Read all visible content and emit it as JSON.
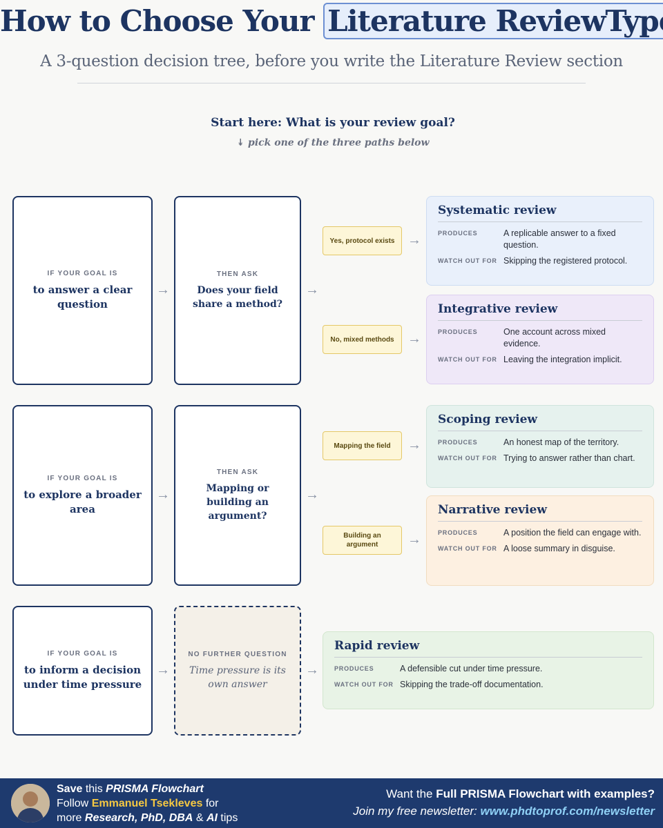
{
  "header": {
    "title_part1": "How to Choose Your ",
    "title_highlight": "Literature ReviewType",
    "subtitle": "A 3-question decision tree, before you write the Literature Review section"
  },
  "start": {
    "question": "Start here: What is your review goal?",
    "hint": "↡ pick one of the three paths below"
  },
  "labels": {
    "if_goal": "IF YOUR GOAL IS",
    "then_ask": "THEN ASK",
    "no_further": "NO FURTHER QUESTION",
    "produces": "PRODUCES",
    "watch_out": "WATCH OUT FOR"
  },
  "paths": [
    {
      "goal": "to answer a clear question",
      "ask": "Does your field share a method?",
      "branches": [
        {
          "chip": "Yes, protocol exists",
          "title": "Systematic review",
          "produces": "A replicable answer to a fixed question.",
          "watch": "Skipping the registered protocol.",
          "color": "#e9f0fb"
        },
        {
          "chip": "No, mixed methods",
          "title": "Integrative review",
          "produces": "One account across mixed evidence.",
          "watch": "Leaving the integration implicit.",
          "color": "#efe8f8"
        }
      ]
    },
    {
      "goal": "to explore a broader area",
      "ask": "Mapping or building an argument?",
      "branches": [
        {
          "chip": "Mapping the field",
          "title": "Scoping review",
          "produces": "An honest map of the territory.",
          "watch": "Trying to answer rather than chart.",
          "color": "#e6f2ee"
        },
        {
          "chip": "Building an argument",
          "title": "Narrative review",
          "produces": "A position the field can engage with.",
          "watch": "A loose summary in disguise.",
          "color": "#fdf0e1"
        }
      ]
    },
    {
      "goal": "to inform a decision under time pressure",
      "ask": "Time pressure is its own answer",
      "branches": [
        {
          "title": "Rapid review",
          "produces": "A defensible cut under time pressure.",
          "watch": "Skipping the trade-off documentation.",
          "color": "#e8f3e6"
        }
      ]
    }
  ],
  "footer": {
    "save": "Save",
    "this": " this ",
    "prisma": "PRISMA Flowchart",
    "follow": "Follow ",
    "name": "Emmanuel Tsekleves",
    "for": " for",
    "more": "more ",
    "research": "Research, PhD, DBA",
    "amp": " & ",
    "ai": "AI",
    "tips": " tips",
    "want": "Want the ",
    "full": "Full PRISMA Flowchart with examples?",
    "join": "Join my free newsletter: ",
    "url": "www.phdtoprof.com/newsletter"
  }
}
